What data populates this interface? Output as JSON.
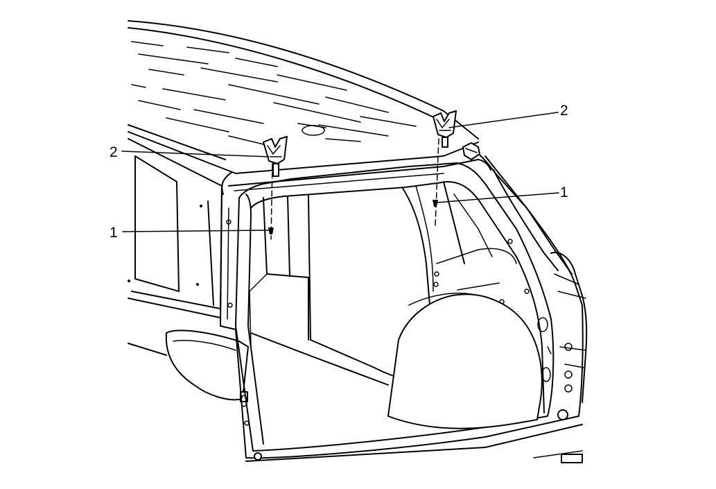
{
  "callouts": [
    {
      "label": "2",
      "target": "left-roof-clip"
    },
    {
      "label": "2",
      "target": "right-roof-clip"
    },
    {
      "label": "1",
      "target": "left-clip-hole"
    },
    {
      "label": "1",
      "target": "right-clip-hole"
    }
  ]
}
